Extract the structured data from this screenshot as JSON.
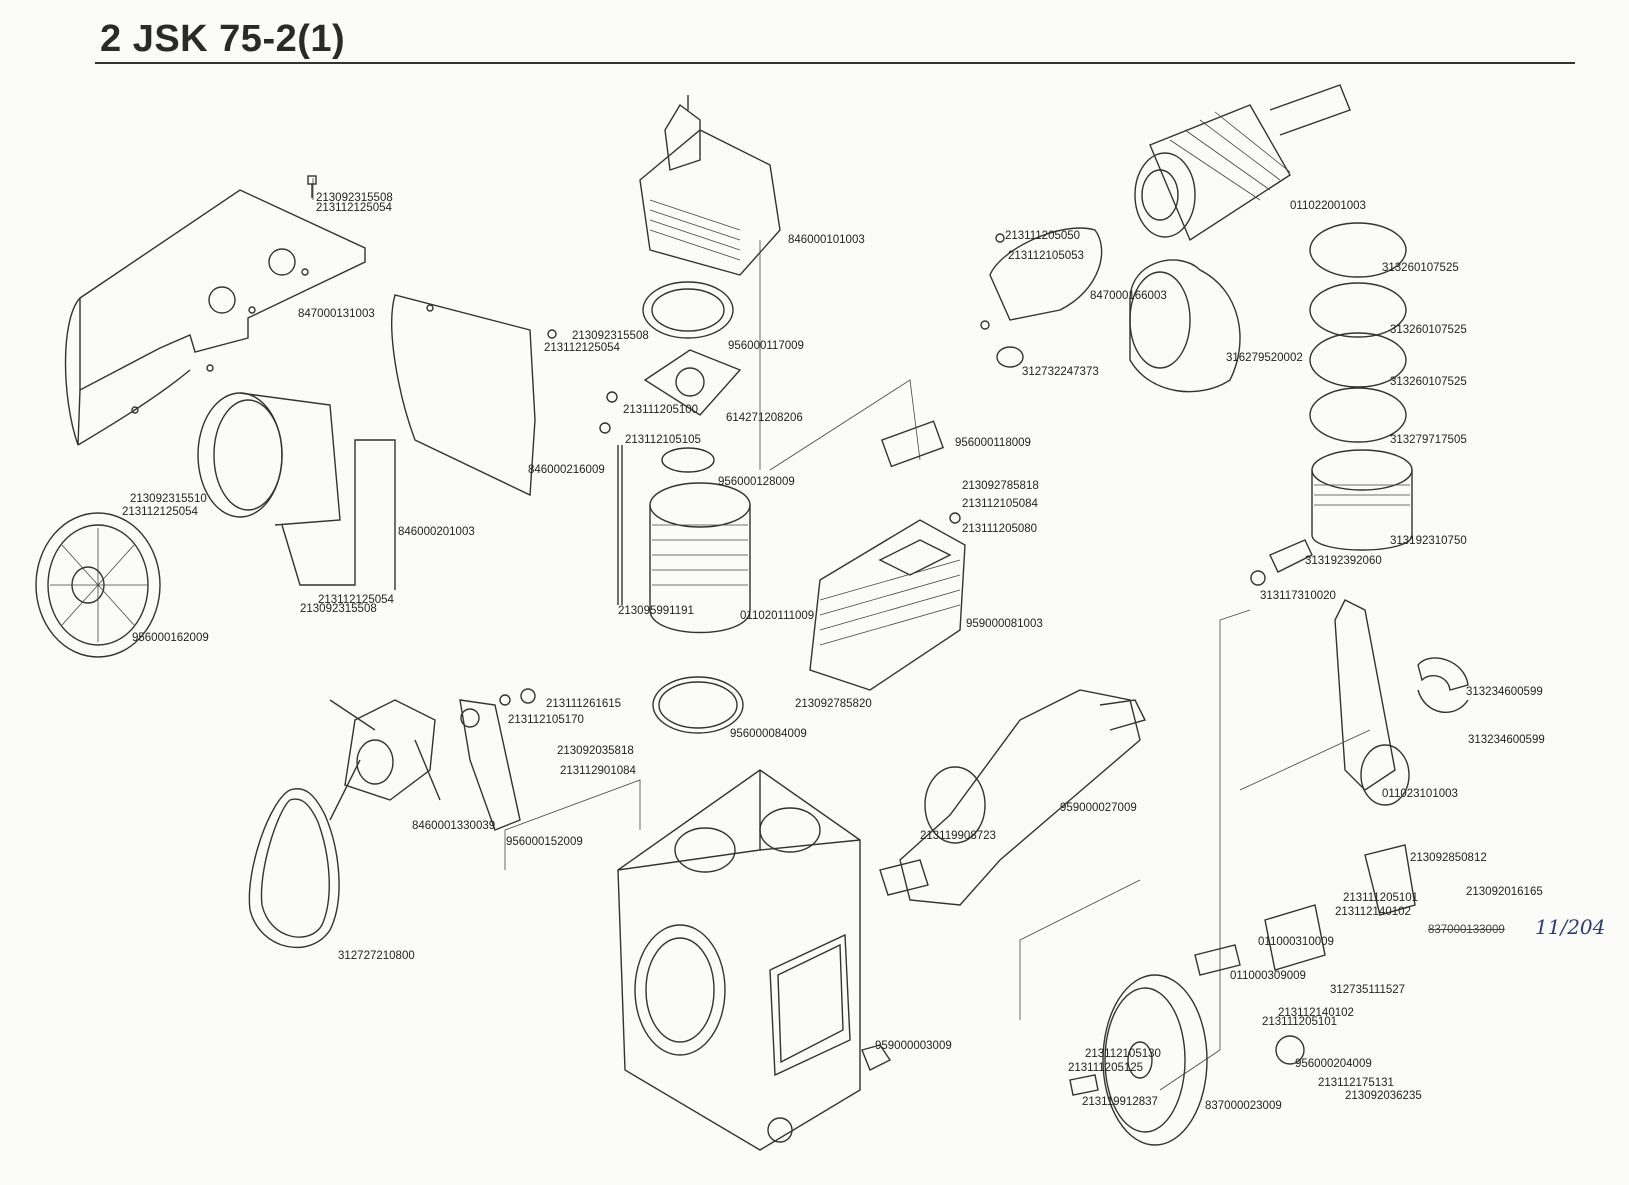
{
  "title": "2 JSK 75-2(1)",
  "handwritten_note": "11/204",
  "labels": {
    "l01": "213092315508",
    "l02": "213112125054",
    "l03": "847000131003",
    "l04": "846000101003",
    "l05": "213111205050",
    "l06": "213112105053",
    "l07": "011022001003",
    "l08": "313260107525",
    "l09": "847000166003",
    "l10": "213092315508",
    "l11": "213112125054",
    "l12": "956000117009",
    "l13": "312732247373",
    "l14": "316279520002",
    "l15": "313260107525",
    "l16": "213111205100",
    "l17": "614271208206",
    "l18": "313260107525",
    "l19": "213112105105",
    "l20": "956000118009",
    "l21": "313279717505",
    "l22": "846000216009",
    "l23": "956000128009",
    "l24": "213092785818",
    "l25": "213092315510",
    "l26": "213112125054",
    "l27": "213112105084",
    "l28": "213111205080",
    "l29": "313192310750",
    "l30": "846000201003",
    "l31": "313192392060",
    "l32": "313117310020",
    "l33": "213112125054",
    "l34": "213092315508",
    "l35": "213095991191",
    "l36": "011020111009",
    "l37": "959000081003",
    "l38": "956000162009",
    "l39": "313234600599",
    "l40": "213111261615",
    "l41": "213112105170",
    "l42": "213092785820",
    "l43": "956000084009",
    "l44": "313234600599",
    "l45": "213092035818",
    "l46": "213112901084",
    "l47": "011023101003",
    "l48": "8460001330039",
    "l49": "959000027009",
    "l50": "956000152009",
    "l51": "213119908723",
    "l52": "213092850812",
    "l53": "213111205101",
    "l54": "213092016165",
    "l55": "213112140102",
    "l56": "837000133009",
    "l57": "312727210800",
    "l58": "011000310009",
    "l59": "011000309009",
    "l60": "312735111527",
    "l61": "213112140102",
    "l62": "213111205101",
    "l63": "959000003009",
    "l64": "213112105130",
    "l65": "213111205125",
    "l66": "956000204009",
    "l67": "213112175131",
    "l68": "213092036235",
    "l69": "213119912837",
    "l70": "837000023009"
  }
}
